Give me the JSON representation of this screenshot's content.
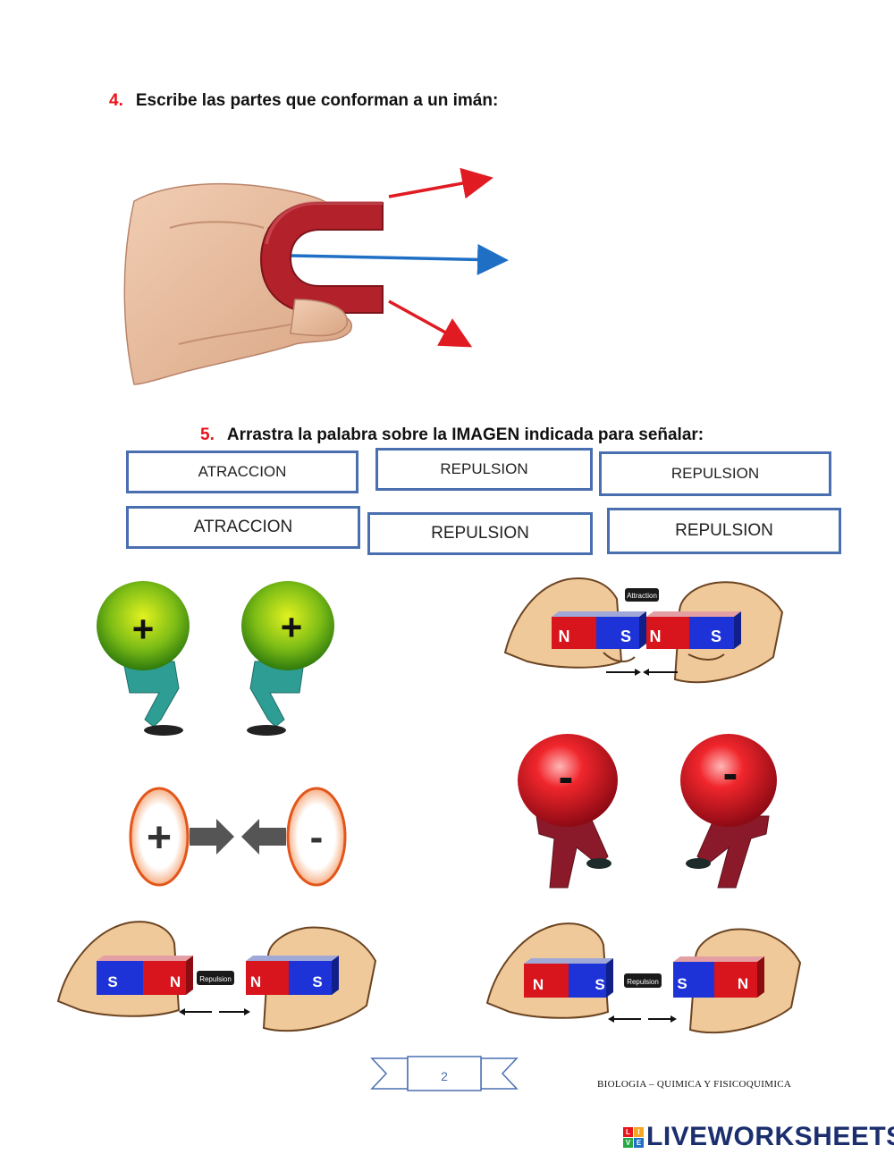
{
  "question4": {
    "number": "4.",
    "text": "Escribe las partes que conforman a un imán:"
  },
  "question5": {
    "number": "5.",
    "text": "Arrastra la palabra sobre la IMAGEN indicada para señalar:"
  },
  "word_bank": [
    {
      "label": "ATRACCION"
    },
    {
      "label": "REPULSION"
    },
    {
      "label": "REPULSION"
    },
    {
      "label": "ATRACCION"
    },
    {
      "label": "REPULSION"
    },
    {
      "label": "REPULSION"
    }
  ],
  "images": {
    "positive_balls": {
      "sign_left": "+",
      "sign_right": "+"
    },
    "magnets_attraction": {
      "tag": "Attraction",
      "poles": [
        "N",
        "S",
        "N",
        "S"
      ]
    },
    "charges_attraction": {
      "sign_left": "+",
      "sign_right": "-"
    },
    "negative_balls": {
      "sign_left": "-",
      "sign_right": "-"
    },
    "magnets_repulsion_left": {
      "tag": "Repulsion",
      "poles": [
        "S",
        "N",
        "N",
        "S"
      ]
    },
    "magnets_repulsion_right": {
      "tag": "Repulsion",
      "poles": [
        "N",
        "S",
        "S",
        "N"
      ]
    }
  },
  "footer": {
    "page_number": "2",
    "subject": "BIOLOGIA – QUIMICA Y FISICOQUIMICA",
    "brand": "LIVEWORKSHEETS",
    "brand_badge": [
      "L",
      "I",
      "V",
      "E"
    ]
  },
  "colors": {
    "accent_red": "#e8141b",
    "box_border": "#4a6fb0",
    "magnet_red": "#d8141c",
    "magnet_blue": "#1d33d8",
    "brand_blue": "#1b2e6e"
  }
}
